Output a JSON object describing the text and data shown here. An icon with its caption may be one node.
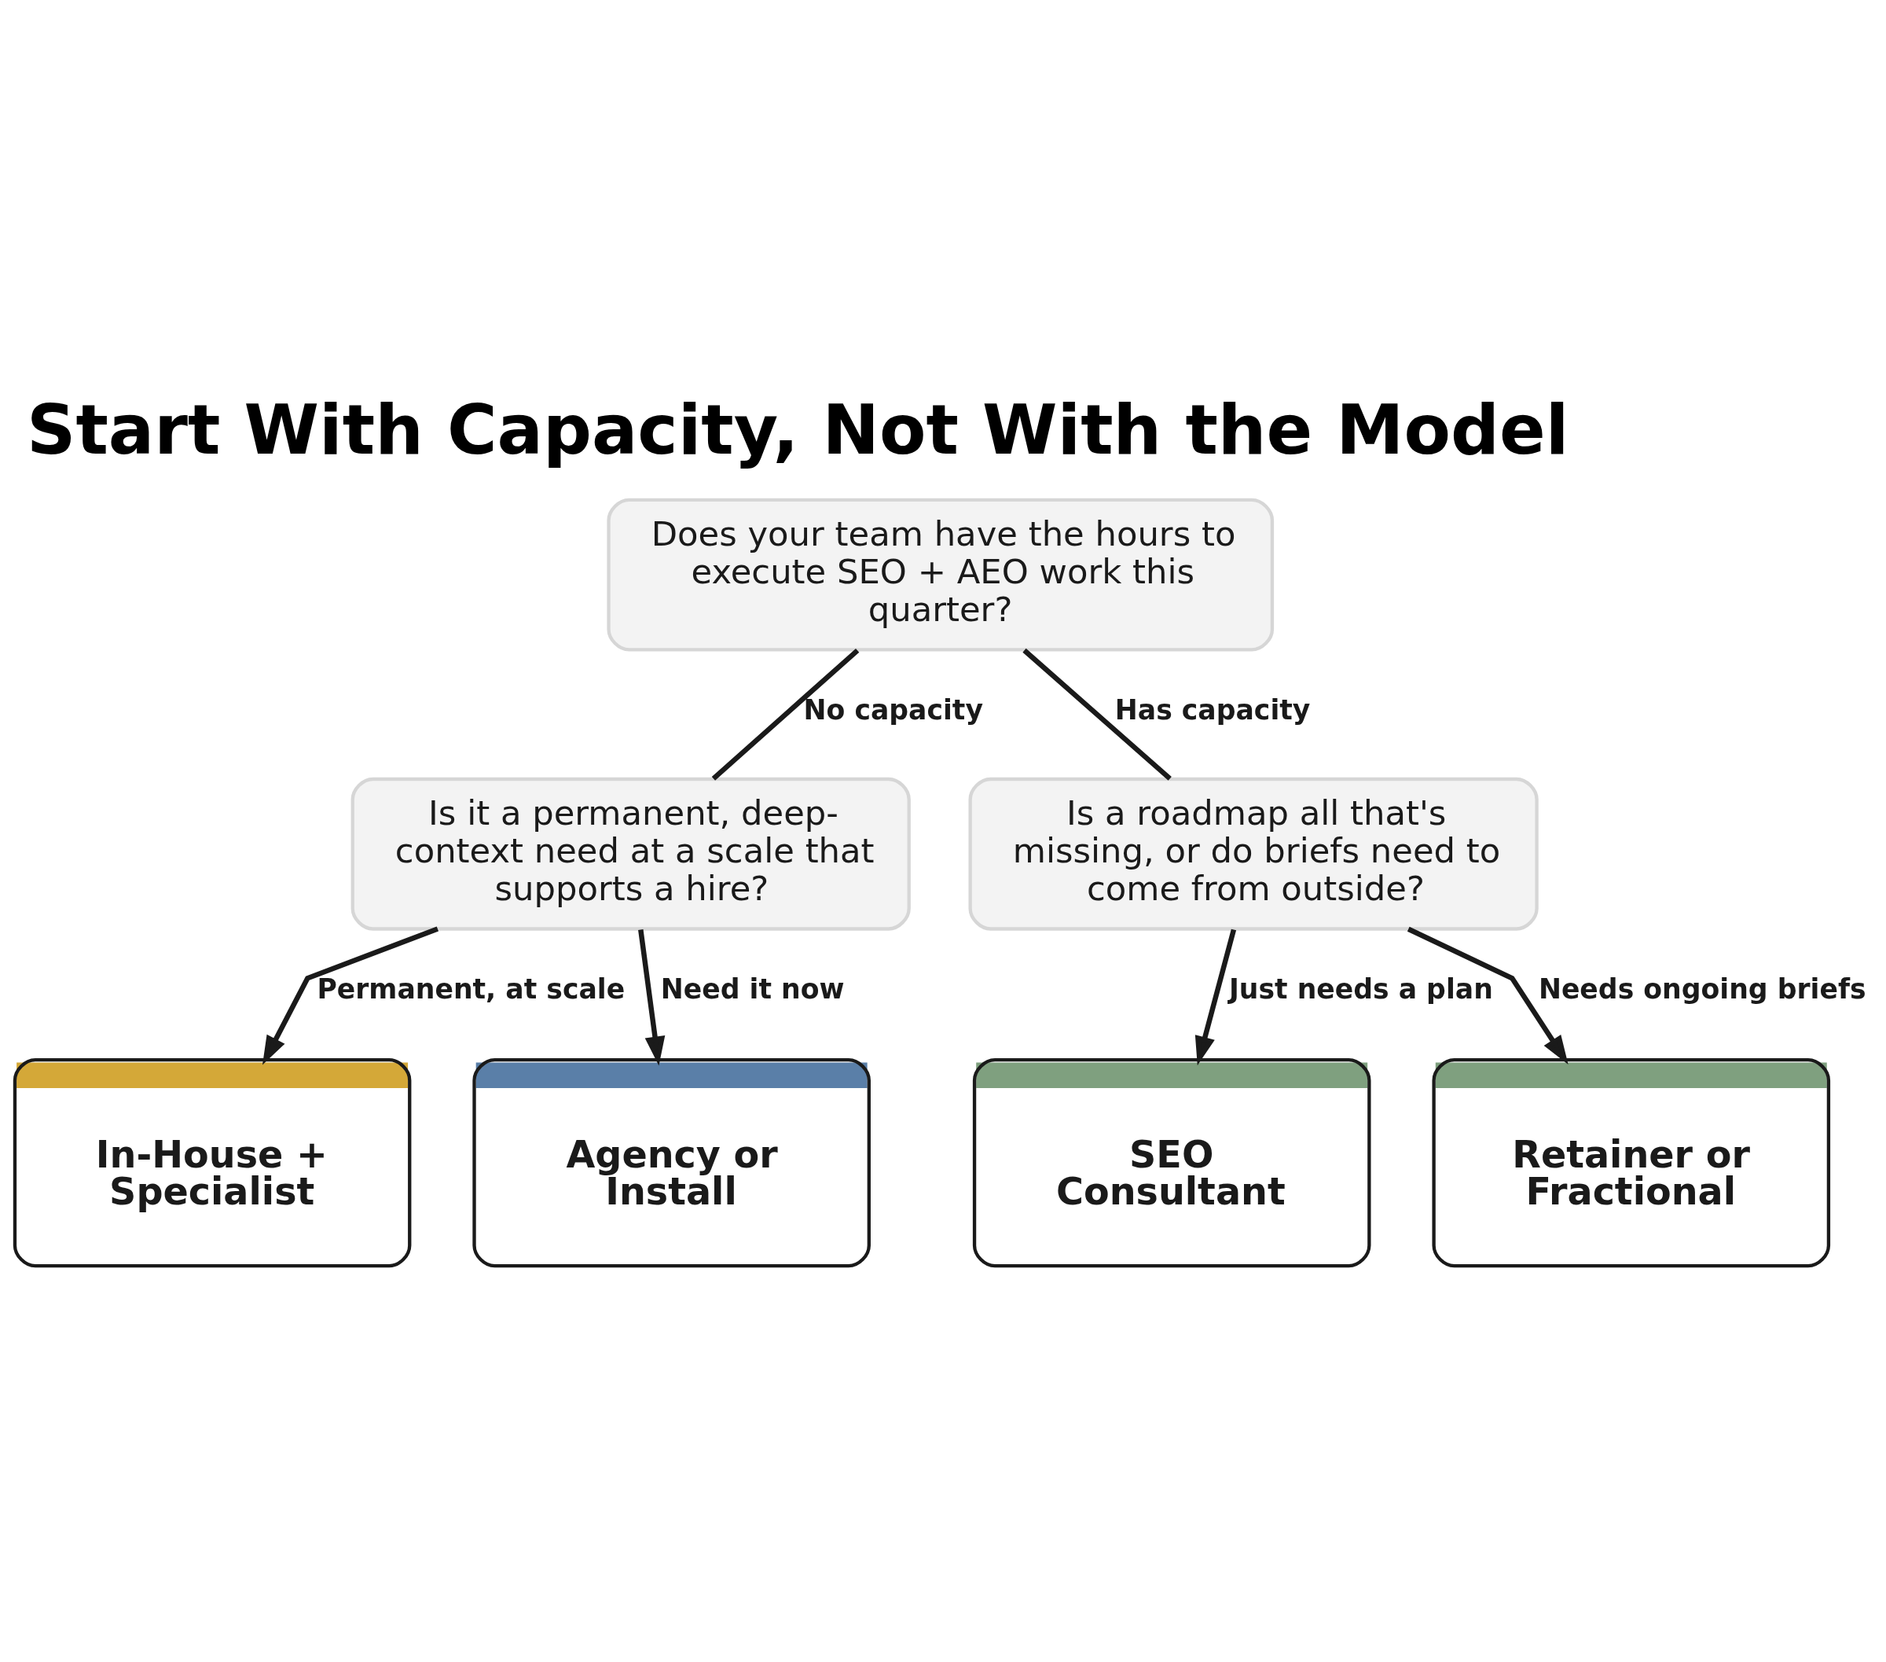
{
  "diagram": {
    "title": "Start With Capacity, Not With the Model",
    "nodes": [
      {
        "text": [
          "Does your team have the hours to execute SEO + AEO work this quarter?"
        ]
      },
      {
        "text": [
          "Is it a permanent, deep-context need at a scale that supports a hire?"
        ]
      },
      {
        "text": [
          "Is a roadmap all that's missing, or do briefs need to come from outside?"
        ]
      },
      {
        "text": [
          "In-House + Specialist"
        ]
      },
      {
        "text": [
          "Agency or Install"
        ]
      },
      {
        "text": [
          "SEO Consultant"
        ]
      },
      {
        "text": [
          "Retainer or Fractional"
        ]
      }
    ],
    "edges": [
      {
        "from": 0,
        "to": 1,
        "arrow": "none",
        "label": "No capacity"
      },
      {
        "from": 0,
        "to": 2,
        "arrow": "none",
        "label": "Has capacity"
      },
      {
        "from": 1,
        "to": 3,
        "arrow": "to",
        "label": "Permanent, at scale"
      },
      {
        "from": 1,
        "to": 4,
        "arrow": "to",
        "label": "Need it now"
      },
      {
        "from": 2,
        "to": 5,
        "arrow": "to",
        "label": "Just needs a plan"
      },
      {
        "from": 2,
        "to": 6,
        "arrow": "to",
        "label": "Needs ongoing briefs"
      }
    ]
  }
}
